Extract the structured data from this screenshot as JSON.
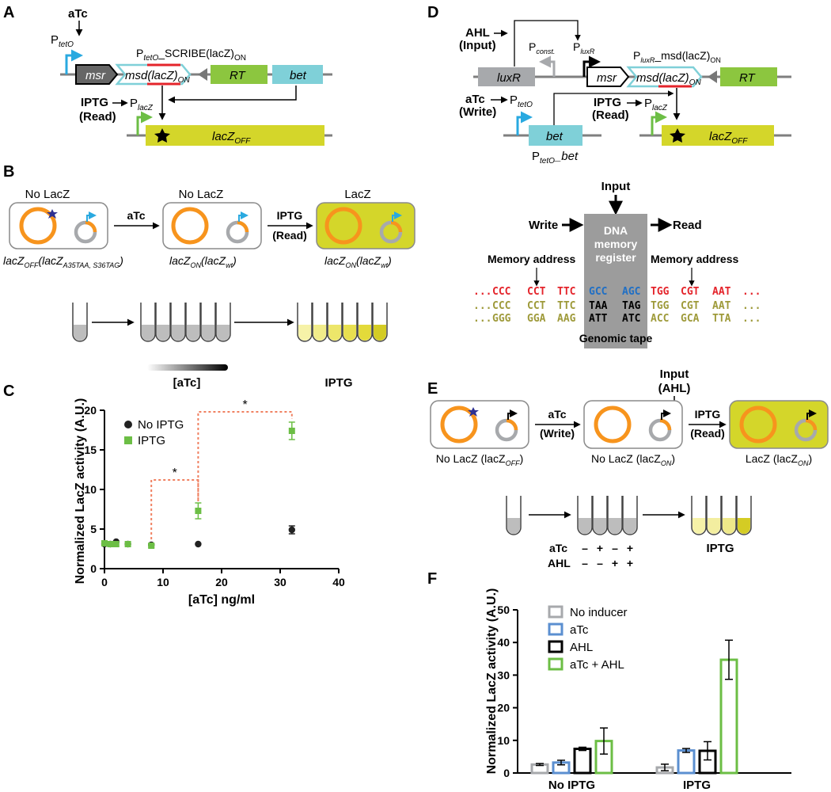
{
  "colors": {
    "orange": "#F7941D",
    "gray": "#A7A9AC",
    "blue": "#29A9E0",
    "green": "#6CBE45",
    "yellowgreen": "#D4D62A",
    "cyan": "#7FD0D8",
    "rtgreen": "#8CC63F",
    "red": "#E4242B",
    "bluecodon": "#1F6FC5",
    "olive": "#9E9A3A",
    "salmon": "#F08060",
    "navy": "#2E3192"
  },
  "panelA": {
    "letter": "A",
    "atc": "aTc",
    "ptet": "P",
    "ptet_sub": "tetO",
    "msr": "msr",
    "msd": "msd(lacZ)",
    "msd_sub": "ON",
    "rt": "RT",
    "bet": "bet",
    "scribe": "P",
    "scribe_sub": "tetO",
    "scribe_rest": "_SCRIBE(lacZ)",
    "scribe_sub2": "ON",
    "iptg": "IPTG",
    "read": "(Read)",
    "plac": "P",
    "plac_sub": "lacZ",
    "lacz": "lacZ",
    "lacz_sub": "OFF"
  },
  "panelB": {
    "letter": "B",
    "cell1_label": "No LacZ",
    "cell2_label": "No LacZ",
    "cell3_label": "LacZ",
    "arrow1": "aTc",
    "arrow2a": "IPTG",
    "arrow2b": "(Read)",
    "geno1": "lacZ",
    "geno1_sub": "OFF",
    "geno1_rest": "(lacZ",
    "geno1_sub2": "A35TAA, S36TAG",
    "geno1_end": ")",
    "geno2": "lacZ",
    "geno2_sub": "ON",
    "geno2_rest": "(lacZ",
    "geno2_sub2": "wt",
    "geno2_end": ")",
    "geno3": "lacZ",
    "geno3_sub": "ON",
    "geno3_rest": "(lacZ",
    "geno3_sub2": "wt",
    "geno3_end": ")",
    "grad_label": "[aTc]",
    "iptg_label": "IPTG"
  },
  "panelC": {
    "letter": "C",
    "ylabel": "Normalized LacZ activity (A.U.)",
    "xlabel": "[aTc] ng/ml",
    "legend": [
      "No IPTG",
      "IPTG"
    ],
    "star": "*",
    "xticks": [
      "0",
      "10",
      "20",
      "30",
      "40"
    ],
    "yticks": [
      "0",
      "5",
      "10",
      "15",
      "20"
    ]
  },
  "panelD": {
    "letter": "D",
    "ahl": "AHL",
    "input": "(Input)",
    "pconst": "P",
    "pconst_sub": "const.",
    "pluxr": "P",
    "pluxr_sub": "luxR",
    "luxr": "luxR",
    "msr": "msr",
    "msd": "msd(lacZ)",
    "msd_sub": "ON",
    "rt": "RT",
    "pluxr_label": "P",
    "pluxr_label_sub": "luxR",
    "pluxr_label_rest": "_msd(lacZ)",
    "pluxr_label_sub2": "ON",
    "atc": "aTc",
    "write": "(Write)",
    "ptet": "P",
    "ptet_sub": "tetO",
    "bet": "bet",
    "ptetbet": "P",
    "ptetbet_sub": "tetO",
    "ptetbet_rest": "_bet",
    "iptg": "IPTG",
    "read": "(Read)",
    "plac": "P",
    "plac_sub": "lacZ",
    "lacz": "lacZ",
    "lacz_sub": "OFF",
    "reg_input": "Input",
    "reg_write": "Write",
    "reg_read": "Read",
    "reg_box": [
      "DNA",
      "memory",
      "register"
    ],
    "mem_addr": "Memory address",
    "row1_left": [
      "...",
      "CCC",
      "CCT",
      "TTC"
    ],
    "row1_mid": [
      "GCC",
      "AGC"
    ],
    "row1_right": [
      "TGG",
      "CGT",
      "AAT",
      "..."
    ],
    "row2_left": [
      "...",
      "CCC",
      "CCT",
      "TTC"
    ],
    "row2_mid": [
      "TAA",
      "TAG"
    ],
    "row2_right": [
      "TGG",
      "CGT",
      "AAT",
      "..."
    ],
    "row3_left": [
      "...",
      "GGG",
      "GGA",
      "AAG"
    ],
    "row3_mid": [
      "ATT",
      "ATC"
    ],
    "row3_right": [
      "ACC",
      "GCA",
      "TTA",
      "..."
    ],
    "tape": "Genomic tape"
  },
  "panelE": {
    "letter": "E",
    "input": "Input",
    "ahl": "(AHL)",
    "arrow1a": "aTc",
    "arrow1b": "(Write)",
    "arrow2a": "IPTG",
    "arrow2b": "(Read)",
    "cell1": "No LacZ (lacZ",
    "cell1_sub": "OFF",
    "cell2": "No LacZ (lacZ",
    "cell2_sub": "ON",
    "cell3": "LacZ (lacZ",
    "cell3_sub": "ON",
    "atc_row": "aTc",
    "ahl_row": "AHL",
    "atc_signs": [
      "–",
      "+",
      "–",
      "+"
    ],
    "ahl_signs": [
      "–",
      "–",
      "+",
      "+"
    ],
    "iptg_label": "IPTG"
  },
  "panelF": {
    "letter": "F",
    "ylabel": "Normalized LacZ activity (A.U.)",
    "legend": [
      "No inducer",
      "aTc",
      "AHL",
      "aTc + AHL"
    ],
    "groups": [
      "No IPTG",
      "IPTG"
    ],
    "yticks": [
      "0",
      "10",
      "20",
      "30",
      "40",
      "50"
    ]
  },
  "chart_data": [
    {
      "type": "scatter",
      "xlabel": "[aTc] ng/ml",
      "ylabel": "Normalized LacZ activity (A.U.)",
      "xlim": [
        0,
        40
      ],
      "ylim": [
        0,
        20
      ],
      "series": [
        {
          "name": "No IPTG",
          "points": [
            [
              0,
              3.1
            ],
            [
              1,
              3.1
            ],
            [
              2,
              3.4
            ],
            [
              4,
              3.1
            ],
            [
              8,
              3.0
            ],
            [
              16,
              3.1
            ],
            [
              32,
              4.9
            ]
          ],
          "err": [
            0.1,
            0.1,
            0.1,
            0.1,
            0.1,
            0.1,
            0.5
          ]
        },
        {
          "name": "IPTG",
          "points": [
            [
              0,
              3.2
            ],
            [
              1,
              3.1
            ],
            [
              2,
              3.1
            ],
            [
              4,
              3.1
            ],
            [
              8,
              2.9
            ],
            [
              16,
              7.3
            ],
            [
              32,
              17.4
            ]
          ],
          "err": [
            0.1,
            0.1,
            0.1,
            0.1,
            0.2,
            1.0,
            1.1
          ]
        }
      ]
    },
    {
      "type": "bar",
      "ylabel": "Normalized LacZ activity (A.U.)",
      "categories": [
        "No IPTG",
        "IPTG"
      ],
      "ylim": [
        0,
        50
      ],
      "series": [
        {
          "name": "No inducer",
          "values": [
            2.6,
            1.7
          ],
          "err": [
            0.3,
            1.0
          ]
        },
        {
          "name": "aTc",
          "values": [
            3.2,
            6.9
          ],
          "err": [
            0.7,
            0.6
          ]
        },
        {
          "name": "AHL",
          "values": [
            7.4,
            6.8
          ],
          "err": [
            0.5,
            2.8
          ]
        },
        {
          "name": "aTc + AHL",
          "values": [
            9.8,
            34.7
          ],
          "err": [
            4.0,
            6.0
          ]
        }
      ]
    }
  ]
}
